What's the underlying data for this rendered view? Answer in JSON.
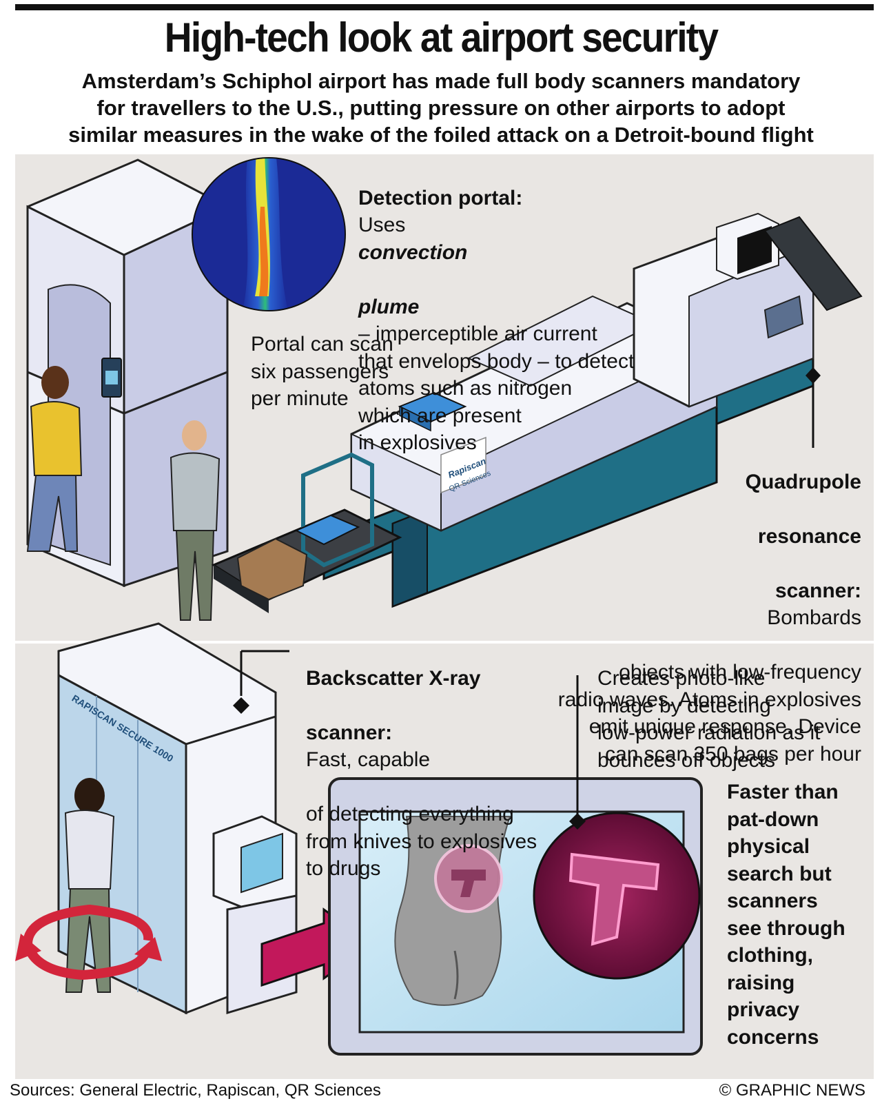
{
  "header": {
    "title": "High-tech look at airport security",
    "subtitle": "Amsterdam’s Schiphol airport has made full body scanners mandatory\nfor travellers to the U.S., putting pressure on other airports to adopt\nsimilar measures in the wake of the foiled attack on a Detroit-bound flight"
  },
  "portal": {
    "label": "Detection portal:",
    "lead": "Uses",
    "emphasis_1": "convection",
    "emphasis_2": "plume",
    "body": "– imperceptible air current\nthat envelops body – to detect\natoms such as nitrogen\nwhich are present\nin explosives",
    "rate": "Portal can scan\nsix passengers\nper minute"
  },
  "quadrupole": {
    "label_1": "Quadrupole",
    "label_2": "resonance",
    "label_3": "scanner:",
    "body_1": "Bombards",
    "body": "objects with low-frequency\nradio waves. Atoms in explosives\nemit unique response. Device\ncan scan 350 bags per hour"
  },
  "backscatter": {
    "label_1": "Backscatter X-ray",
    "label_2": "scanner:",
    "body_1": "Fast, capable",
    "body": "of detecting everything\nfrom knives to explosives\nto drugs",
    "image_note": "Creates photo-like\nimage by detecting\nlow-power radiation as it\nbounces off objects",
    "privacy": "Faster than\npat-down\nphysical\nsearch but\nscanners\nsee through\nclothing,\nraising\nprivacy\nconcerns"
  },
  "machine_labels": {
    "rapiscan_secure": "RAPISCAN SECURE 1000",
    "rapiscan_logo": "Rapiscan",
    "qr_logo": "QR Sciences"
  },
  "footer": {
    "sources": "Sources: General Electric, Rapiscan, QR Sciences",
    "credit": "© GRAPHIC NEWS"
  },
  "colors": {
    "machine_light": "#f4f5fa",
    "machine_shade": "#c9cce6",
    "teal": "#1f6f86",
    "teal_dark": "#174e66",
    "screen_blue": "#bfe2f2",
    "magenta": "#7a1245",
    "pink_glow": "#e783b7",
    "red_arrow": "#d3253b",
    "skin": "#6b3e22",
    "yellow_shirt": "#e9c22e",
    "jeans": "#6e86b8"
  }
}
